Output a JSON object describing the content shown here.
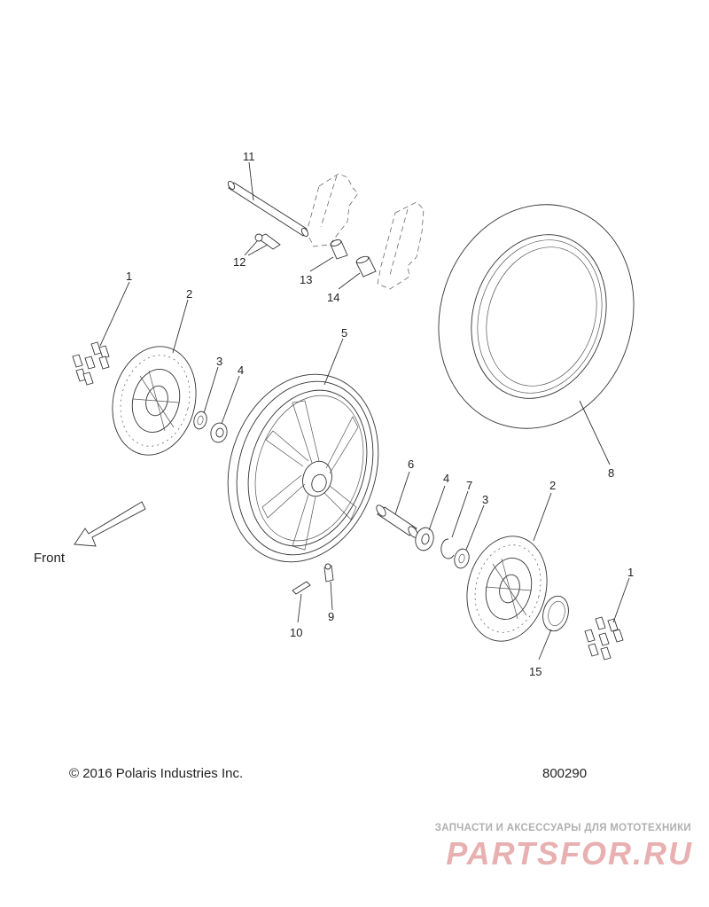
{
  "callouts": {
    "c1a": "1",
    "c2a": "2",
    "c3a": "3",
    "c4a": "4",
    "c5": "5",
    "c6": "6",
    "c4b": "4",
    "c7": "7",
    "c3b": "3",
    "c2b": "2",
    "c1b": "1",
    "c8": "8",
    "c9": "9",
    "c10": "10",
    "c11": "11",
    "c12": "12",
    "c13": "13",
    "c14": "14",
    "c15": "15"
  },
  "front_label": "Front",
  "footer": {
    "copyright": "© 2016 Polaris Industries Inc.",
    "figure_number": "800290"
  },
  "watermark": {
    "tagline": "ЗАПЧАСТИ И АКСЕССУАРЫ ДЛЯ МОТОТЕХНИКИ",
    "brand": "PARTSFOR.RU"
  }
}
